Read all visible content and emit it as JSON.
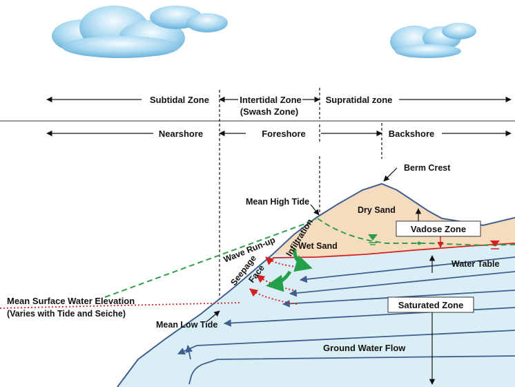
{
  "zones": {
    "subtidal": "Subtidal Zone",
    "intertidal_line1": "Intertidal Zone",
    "intertidal_line2": "(Swash Zone)",
    "supratidal": "Supratidal zone"
  },
  "shore": {
    "nearshore": "Nearshore",
    "foreshore": "Foreshore",
    "backshore": "Backshore"
  },
  "labels": {
    "berm_crest": "Berm Crest",
    "mean_high_tide": "Mean High Tide",
    "dry_sand": "Dry Sand",
    "vadose_zone": "Vadose Zone",
    "wet_sand": "Wet Sand",
    "infiltration": "Infiltration",
    "wave_run_up": "Wave Run-up",
    "water_table": "Water Table",
    "seepage": "Seepage",
    "face": "Face",
    "mean_surface_water_line1": "Mean Surface Water Elevation",
    "mean_surface_water_line2": "(Varies with Tide and Seiche)",
    "mean_low_tide": "Mean Low Tide",
    "saturated_zone": "Saturated Zone",
    "ground_water_flow": "Ground Water Flow"
  },
  "colors": {
    "dry_sand": "#f6dcbf",
    "saturated": "#daeef6",
    "outline": "#3f5f8f",
    "dashed_green": "#2e9e4a",
    "red_dotted": "#d62020",
    "arrow_green": "#25a04a",
    "cloud": "#9fd0ec"
  }
}
